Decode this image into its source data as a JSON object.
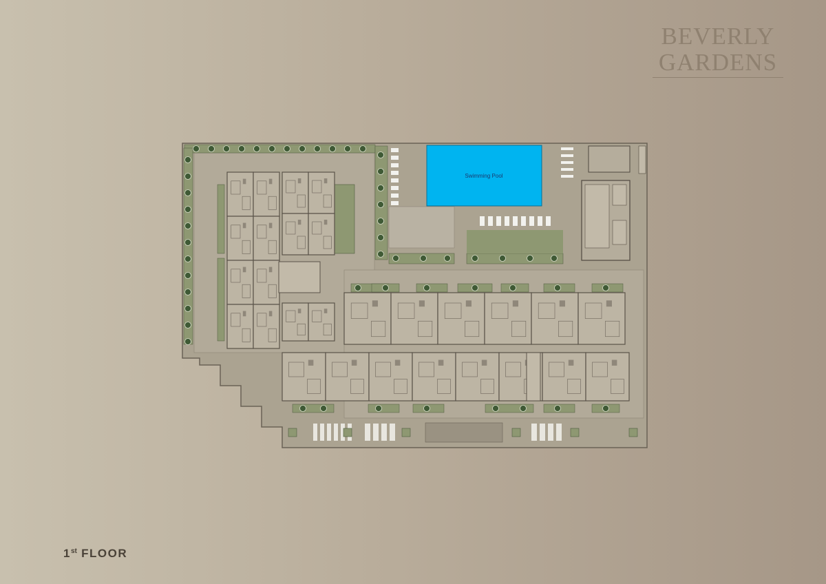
{
  "brand": {
    "line1": "BEVERLY",
    "line2": "GARDENS"
  },
  "floor": {
    "number": "1",
    "suffix": "st",
    "label": "FLOOR"
  },
  "plan": {
    "pool_label": "Swimming Pool",
    "colors": {
      "pool": "#00b4f0",
      "garden": "#8e9872",
      "plan_fill": "#aba391",
      "walls": "#5a5349",
      "paving": "#b3ab9b"
    }
  }
}
